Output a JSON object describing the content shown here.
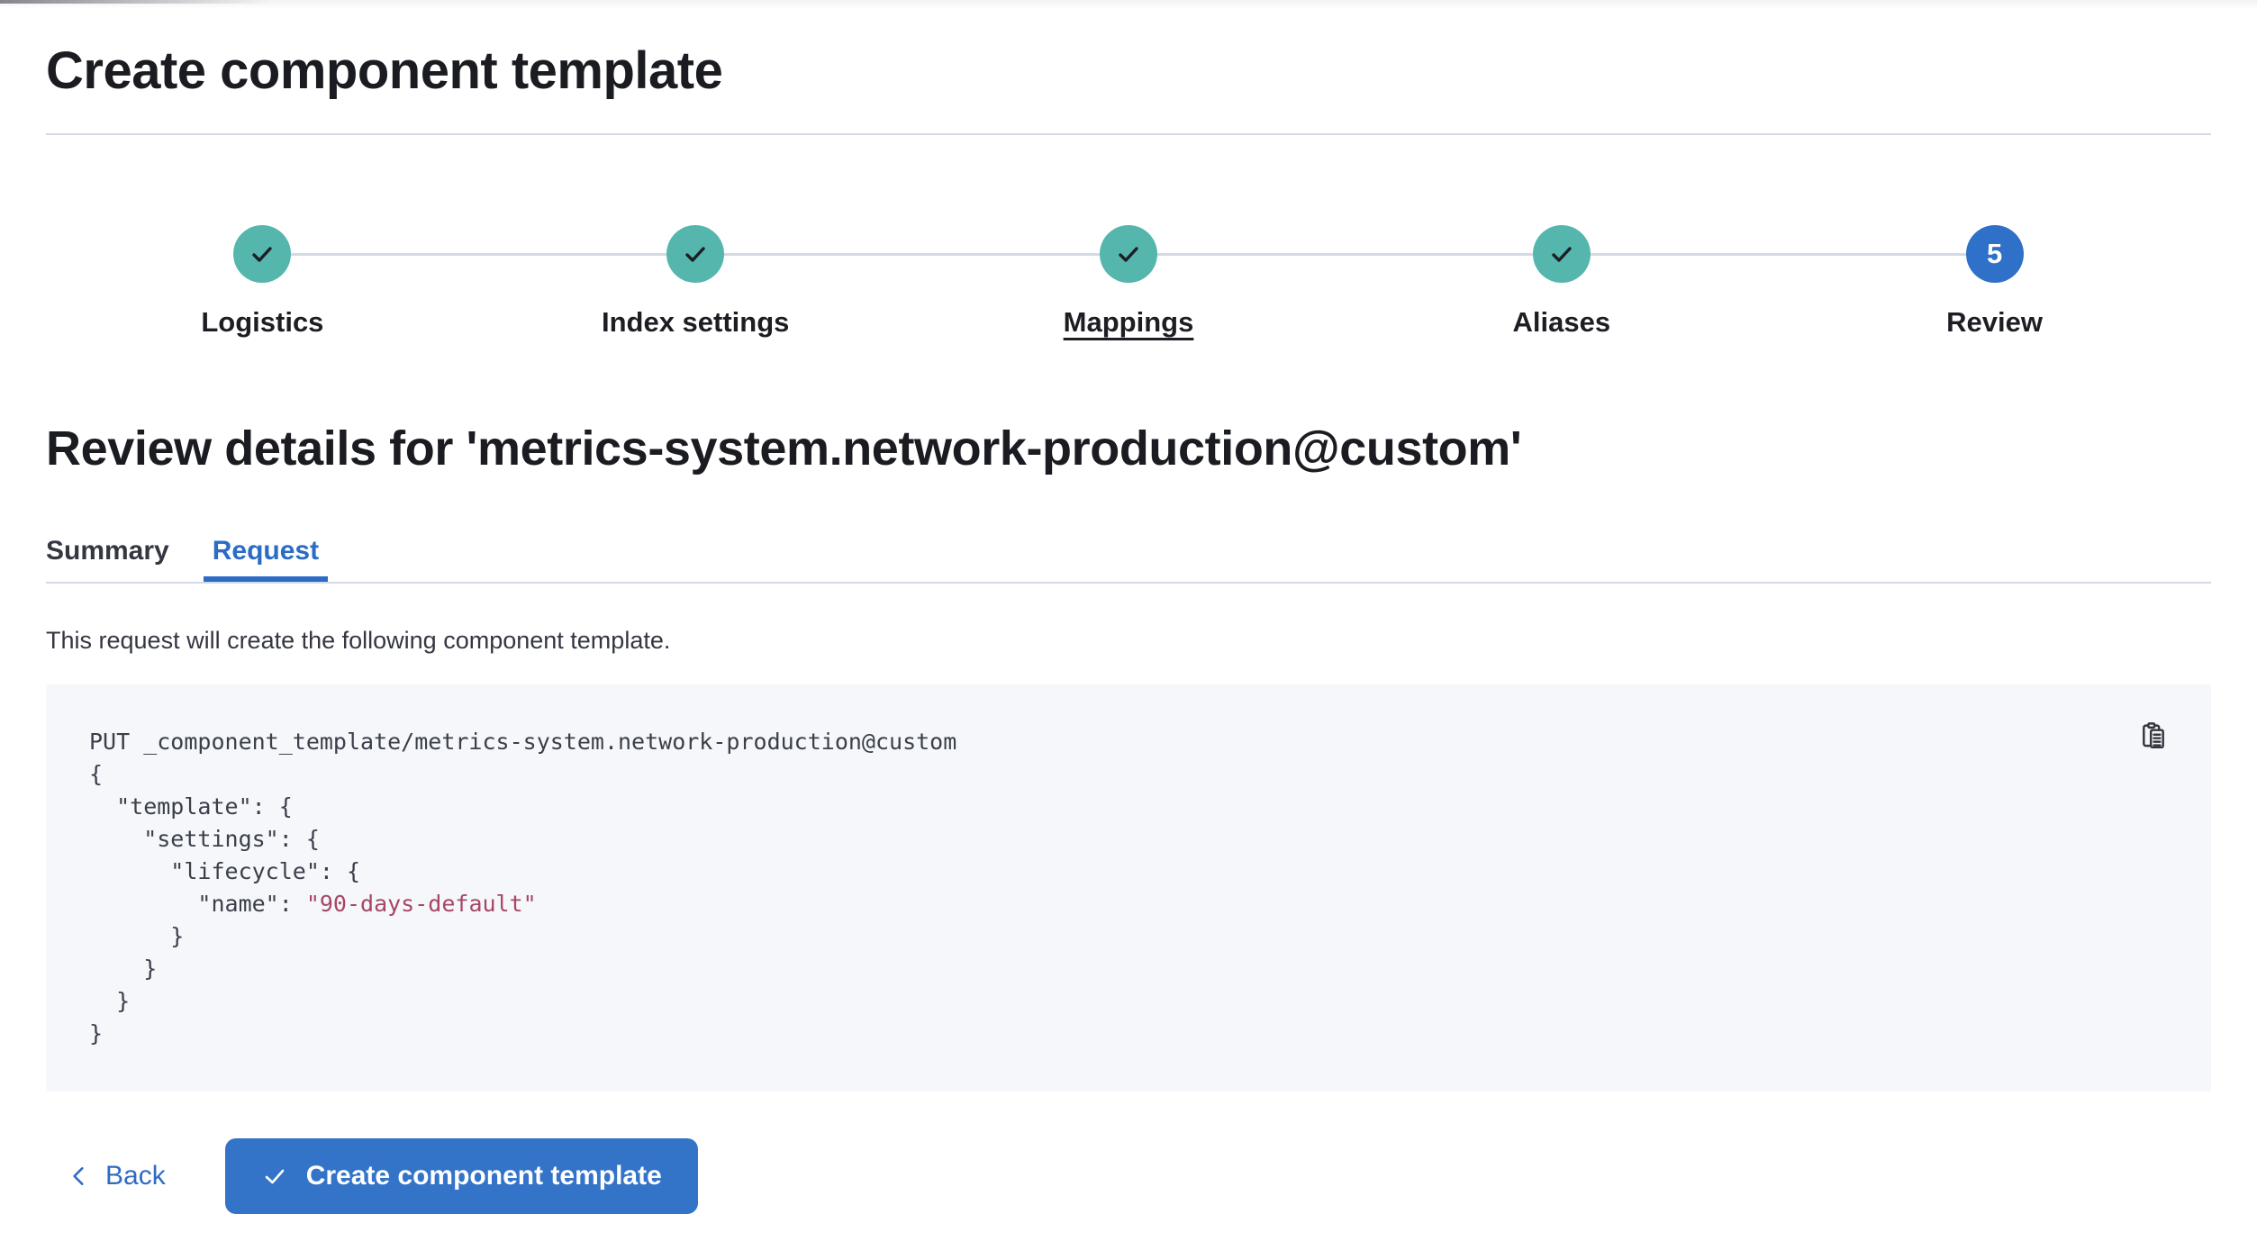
{
  "page": {
    "title": "Create component template"
  },
  "stepper": {
    "steps": [
      {
        "label": "Logistics",
        "status": "complete"
      },
      {
        "label": "Index settings",
        "status": "complete"
      },
      {
        "label": "Mappings",
        "status": "complete",
        "underlined": true
      },
      {
        "label": "Aliases",
        "status": "complete"
      },
      {
        "label": "Review",
        "status": "current",
        "number": "5"
      }
    ]
  },
  "review": {
    "heading": "Review details for 'metrics-system.network-production@custom'",
    "tabs": [
      {
        "label": "Summary",
        "active": false
      },
      {
        "label": "Request",
        "active": true
      }
    ],
    "description": "This request will create the following component template."
  },
  "code_block": {
    "copy_icon": "copy-clipboard-icon",
    "lines": [
      {
        "segs": [
          {
            "t": "PUT _component_template/metrics-system.network-production@custom",
            "c": "plain"
          }
        ]
      },
      {
        "segs": [
          {
            "t": "{",
            "c": "plain"
          }
        ]
      },
      {
        "segs": [
          {
            "t": "  \"template\": {",
            "c": "plain"
          }
        ]
      },
      {
        "segs": [
          {
            "t": "    \"settings\": {",
            "c": "plain"
          }
        ]
      },
      {
        "segs": [
          {
            "t": "      \"lifecycle\": {",
            "c": "plain"
          }
        ]
      },
      {
        "segs": [
          {
            "t": "        \"name\": ",
            "c": "plain"
          },
          {
            "t": "\"90-days-default\"",
            "c": "string"
          }
        ]
      },
      {
        "segs": [
          {
            "t": "      }",
            "c": "plain"
          }
        ]
      },
      {
        "segs": [
          {
            "t": "    }",
            "c": "plain"
          }
        ]
      },
      {
        "segs": [
          {
            "t": "  }",
            "c": "plain"
          }
        ]
      },
      {
        "segs": [
          {
            "t": "}",
            "c": "plain"
          }
        ]
      }
    ]
  },
  "footer": {
    "back_label": "Back",
    "submit_label": "Create component template"
  },
  "colors": {
    "primary_blue": "#2b6cc4",
    "button_blue": "#3474c8",
    "step_complete_teal": "#54b6ac",
    "step_current_blue": "#2f70c8",
    "divider_gray": "#d3dae6",
    "code_background": "#f5f7fa",
    "code_string_rose": "#a84664",
    "text_dark": "#343741",
    "title_dark": "#1a1c21"
  }
}
